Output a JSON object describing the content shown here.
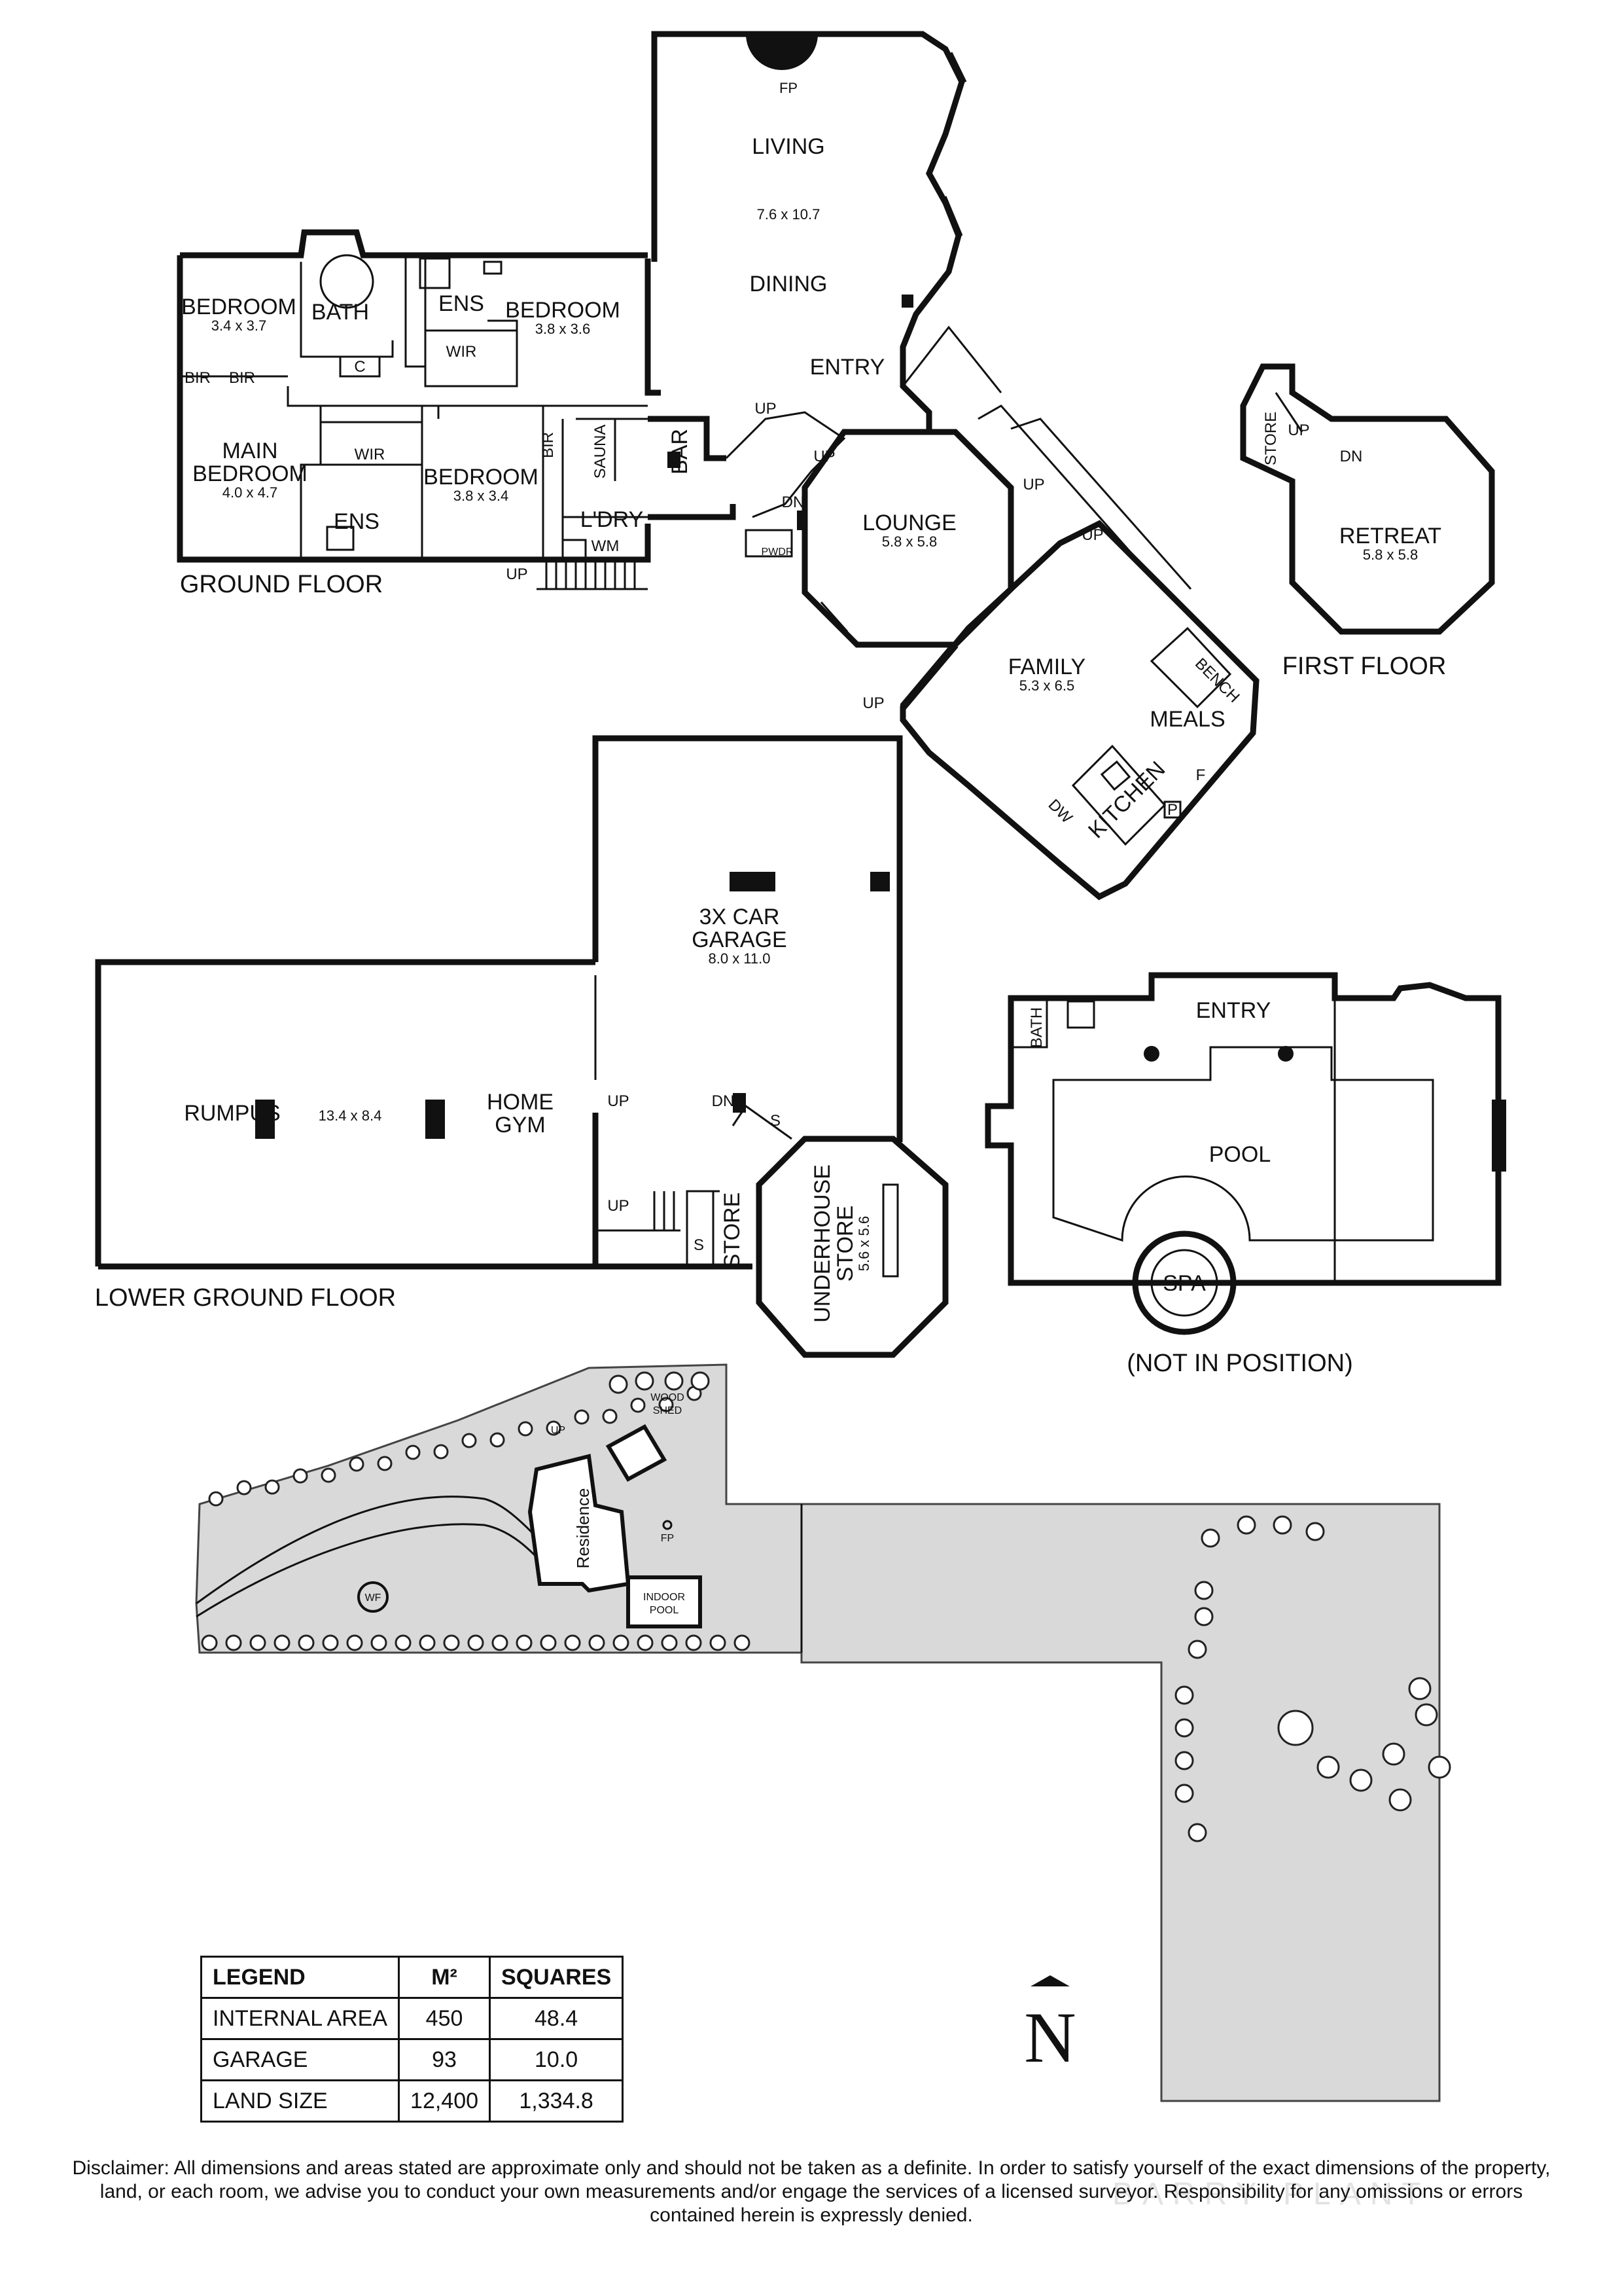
{
  "floors": {
    "ground": "GROUND FLOOR",
    "first": "FIRST FLOOR",
    "lower_ground": "LOWER GROUND FLOOR",
    "pool_note": "(NOT IN POSITION)"
  },
  "rooms": {
    "fp": "FP",
    "living": "LIVING",
    "living_dim": "7.6 x 10.7",
    "dining": "DINING",
    "entry": "ENTRY",
    "bedroom1": "BEDROOM",
    "bedroom1_dim": "3.4 x 3.7",
    "bath": "BATH",
    "ens1": "ENS",
    "bedroom2": "BEDROOM",
    "bedroom2_dim": "3.8 x 3.6",
    "wir1": "WIR",
    "c": "C",
    "bir1": "BIR",
    "bir2": "BIR",
    "main_bedroom_a": "MAIN",
    "main_bedroom_b": "BEDROOM",
    "main_bedroom_dim": "4.0 x 4.7",
    "wir2": "WIR",
    "ens2": "ENS",
    "bedroom3": "BEDROOM",
    "bedroom3_dim": "3.8 x 3.4",
    "bir3": "BIR",
    "sauna": "SAUNA",
    "bar": "BAR",
    "ldry": "L'DRY",
    "wm": "WM",
    "up": "UP",
    "dn": "DN",
    "pwdr": "PWDR",
    "lounge": "LOUNGE",
    "lounge_dim": "5.8 x 5.8",
    "family": "FAMILY",
    "family_dim": "5.3 x 6.5",
    "meals": "MEALS",
    "bench": "BENCH",
    "kitchen": "KITCHEN",
    "dw": "DW",
    "f": "F",
    "p": "P",
    "store": "STORE",
    "retreat": "RETREAT",
    "retreat_dim": "5.8 x 5.8",
    "garage_a": "3X CAR",
    "garage_b": "GARAGE",
    "garage_dim": "8.0 x 11.0",
    "rumpus": "RUMPUS",
    "rumpus_dim": "13.4 x 8.4",
    "home_gym_a": "HOME",
    "home_gym_b": "GYM",
    "s": "S",
    "underhouse_a": "UNDERHOUSE",
    "underhouse_b": "STORE",
    "underhouse_dim": "5.6 x 5.6",
    "pool_entry": "ENTRY",
    "pool_bath": "BATH",
    "pool": "POOL",
    "spa": "SPA"
  },
  "site": {
    "wood_shed_a": "WOOD",
    "wood_shed_b": "SHED",
    "residence": "Residence",
    "fp": "FP",
    "wf": "WF",
    "indoor_pool_a": "INDOOR",
    "indoor_pool_b": "POOL",
    "up": "UP"
  },
  "legend": {
    "headers": [
      "LEGEND",
      "M²",
      "SQUARES"
    ],
    "rows": [
      [
        "INTERNAL AREA",
        "450",
        "48.4"
      ],
      [
        "GARAGE",
        "93",
        "10.0"
      ],
      [
        "LAND SIZE",
        "12,400",
        "1,334.8"
      ]
    ]
  },
  "north_label": "N",
  "disclaimer": "Disclaimer: All dimensions and areas stated are approximate only and should not be taken as a definite. In order to satisfy yourself of the exact dimensions of the property, land, or each room, we advise you to conduct your own measurements and/or engage the services of a licensed surveyor. Responsibility for any omissions or errors contained herein is expressly denied.",
  "watermark": "BARRY PLANT",
  "colors": {
    "ink": "#111111",
    "site_fill": "#d9d9d9"
  }
}
